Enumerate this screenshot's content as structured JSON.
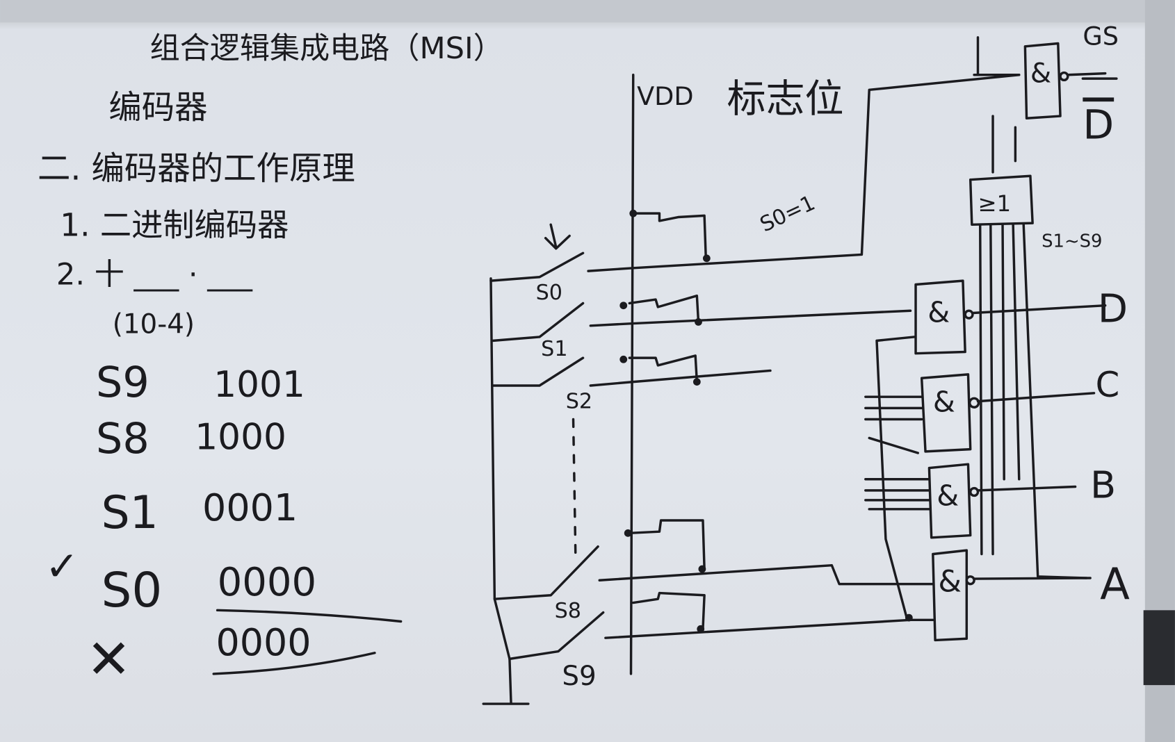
{
  "board": {
    "title": "组合逻辑集成电路（MSI）",
    "heading": "编码器",
    "section": "二. 编码器的工作原理",
    "item1": "1. 二进制编码器",
    "item2": "2. 十 ___ · ___",
    "item2_sub": "(10-4)",
    "table": [
      {
        "input": "S9",
        "code": "1001"
      },
      {
        "input": "S8",
        "code": "1000"
      },
      {
        "input": "S1",
        "code": "0001"
      },
      {
        "input": "S0",
        "code": "0000"
      }
    ],
    "crossed_code": "0000",
    "check_mark": "✓",
    "cross_mark": "✕"
  },
  "circuit": {
    "vdd_label": "VDD",
    "flag_label": "标志位",
    "s0_note": "S0=1",
    "gs_label": "GS",
    "dbar_label": "D",
    "or_gate_label": "≥1",
    "range_label": "S1~S9",
    "and_label": "&",
    "switches": [
      "S0",
      "S1",
      "S2",
      "S8",
      "S9"
    ],
    "outputs": [
      "D",
      "C",
      "B",
      "A"
    ]
  }
}
